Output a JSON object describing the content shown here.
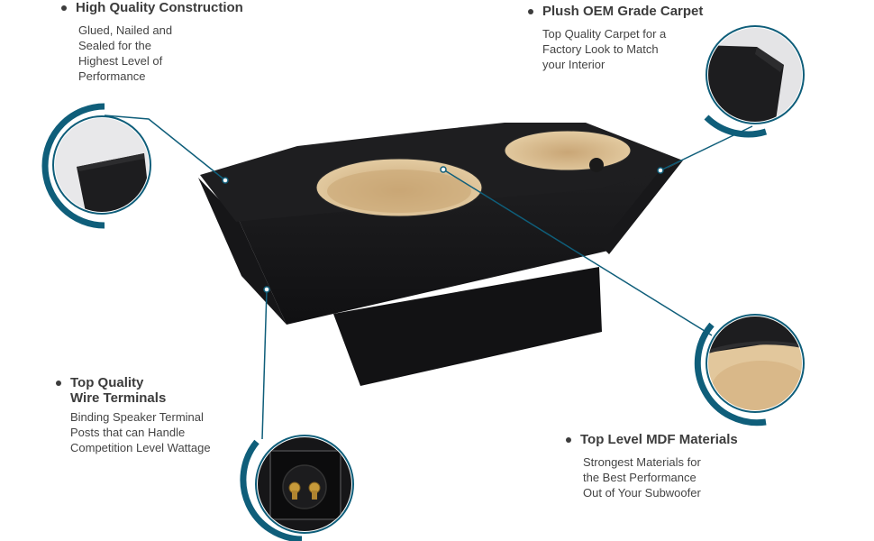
{
  "features": [
    {
      "key": "construction",
      "title": [
        "High Quality Construction"
      ],
      "desc": [
        "Glued, Nailed and",
        "Sealed for the",
        "Highest Level of",
        "Performance"
      ]
    },
    {
      "key": "carpet",
      "title": [
        "Plush OEM Grade Carpet"
      ],
      "desc": [
        "Top Quality Carpet for a",
        "Factory Look to Match",
        "your Interior"
      ]
    },
    {
      "key": "terminals",
      "title": [
        "Top Quality",
        "Wire Terminals"
      ],
      "desc": [
        "Binding Speaker Terminal",
        "Posts that can Handle",
        "Competition Level Wattage"
      ]
    },
    {
      "key": "mdf",
      "title": [
        "Top Level MDF Materials"
      ],
      "desc": [
        "Strongest Materials for",
        "the Best Performance",
        "Out of  Your Subwoofer"
      ]
    }
  ],
  "colors": {
    "accent": "#0f5e7a",
    "carpet": "#1b1b1d",
    "mdf": "#d7b98c",
    "text": "#3c3c3c"
  },
  "icons": {
    "bullet": "bullet-dot-icon"
  }
}
